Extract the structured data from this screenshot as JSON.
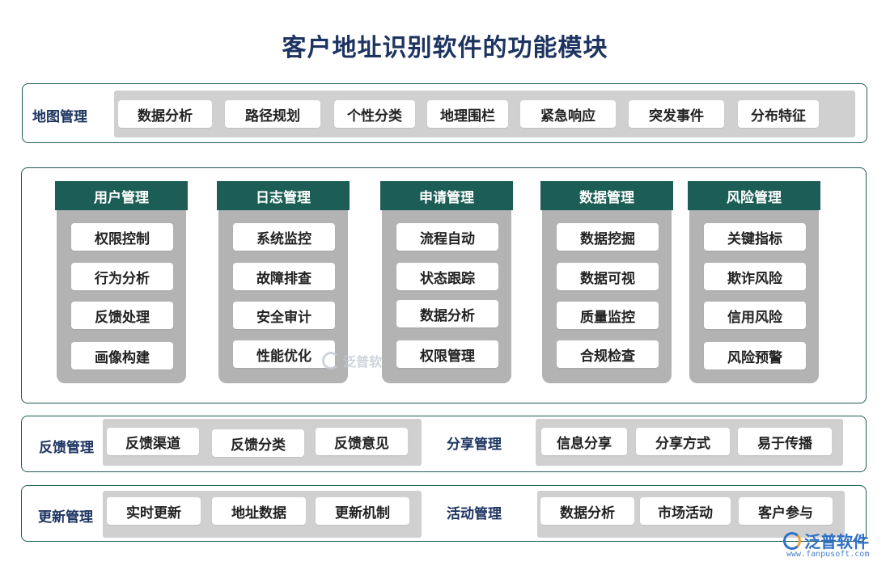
{
  "title": "客户地址识别软件的功能模块",
  "map_section": {
    "label": "地图管理",
    "items": [
      "数据分析",
      "路径规划",
      "个性分类",
      "地理围栏",
      "紧急响应",
      "突发事件",
      "分布特征"
    ]
  },
  "columns": [
    {
      "header": "用户管理",
      "items": [
        "权限控制",
        "行为分析",
        "反馈处理",
        "画像构建"
      ]
    },
    {
      "header": "日志管理",
      "items": [
        "系统监控",
        "故障排查",
        "安全审计",
        "性能优化"
      ]
    },
    {
      "header": "申请管理",
      "items": [
        "流程自动",
        "状态跟踪",
        "数据分析",
        "权限管理"
      ]
    },
    {
      "header": "数据管理",
      "items": [
        "数据挖掘",
        "数据可视",
        "质量监控",
        "合规检查"
      ]
    },
    {
      "header": "风险管理",
      "items": [
        "关键指标",
        "欺诈风险",
        "信用风险",
        "风险预警"
      ]
    }
  ],
  "feedback_section": {
    "label": "反馈管理",
    "items": [
      "反馈渠道",
      "反馈分类",
      "反馈意见"
    ]
  },
  "share_section": {
    "label": "分享管理",
    "items": [
      "信息分享",
      "分享方式",
      "易于传播"
    ]
  },
  "update_section": {
    "label": "更新管理",
    "items": [
      "实时更新",
      "地址数据",
      "更新机制"
    ]
  },
  "activity_section": {
    "label": "活动管理",
    "items": [
      "数据分析",
      "市场活动",
      "客户参与"
    ]
  },
  "watermark": {
    "text": "泛普软"
  },
  "logo": {
    "text": "泛普软件",
    "url": "www.fanpusoft.com"
  }
}
